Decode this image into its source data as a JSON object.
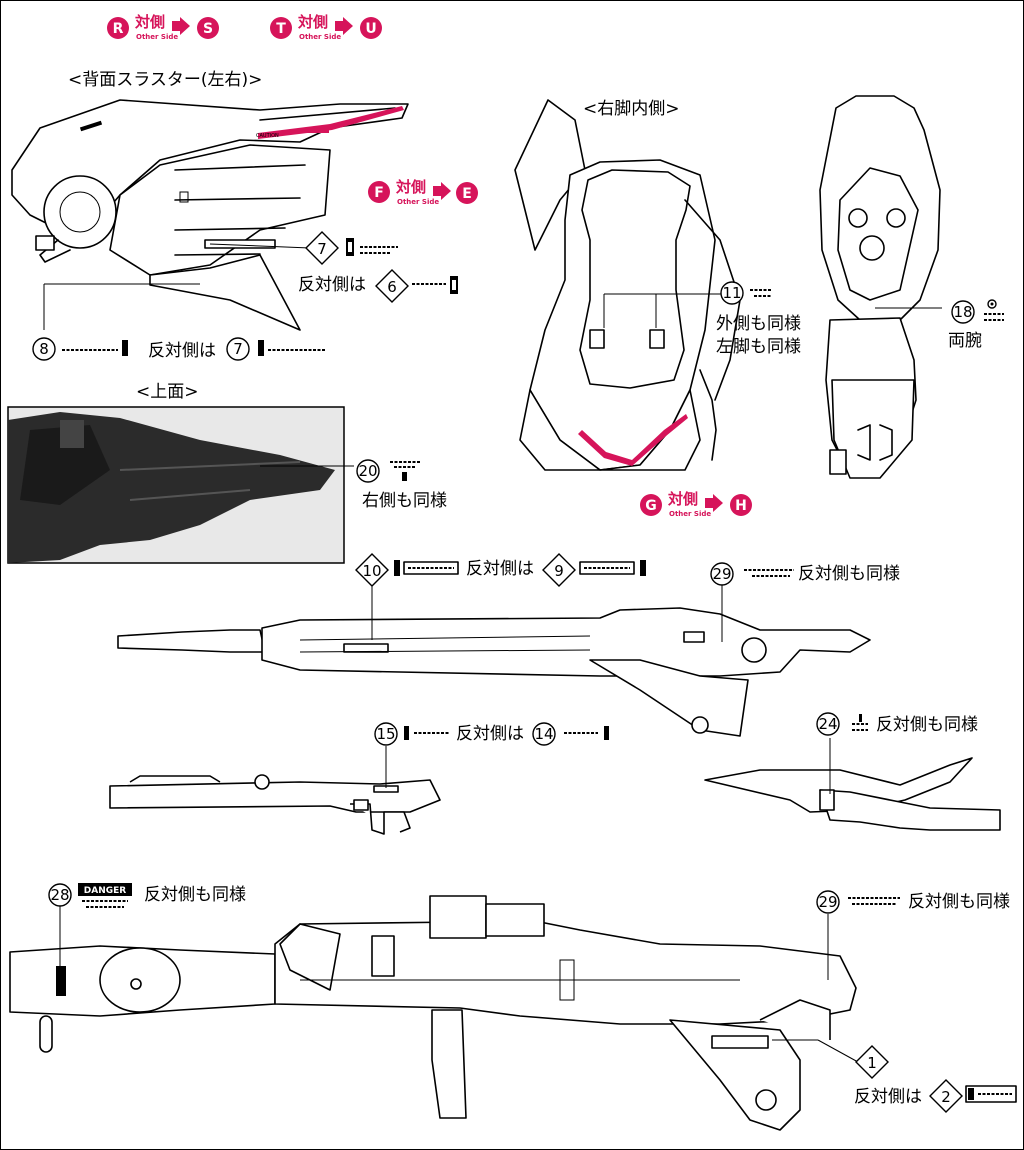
{
  "side_markers": [
    {
      "from": "R",
      "to": "S",
      "label": "対側",
      "sub": "Other Side"
    },
    {
      "from": "T",
      "to": "U",
      "label": "対側",
      "sub": "Other Side"
    },
    {
      "from": "F",
      "to": "E",
      "label": "対側",
      "sub": "Other Side"
    },
    {
      "from": "G",
      "to": "H",
      "label": "対側",
      "sub": "Other Side"
    }
  ],
  "titles": {
    "back_thruster": "<背面スラスター(左右)>",
    "top_view": "<上面>",
    "right_leg_inner": "<右脚内側>"
  },
  "captions": {
    "opposite_is": "反対側は",
    "opposite_same": "反対側も同様",
    "outer_same": "外側も同様",
    "left_leg_same": "左脚も同様",
    "both_arms": "両腕",
    "right_same": "右側も同様",
    "danger": "DANGER",
    "caution": "CAUTION"
  },
  "stickers": {
    "n1": "1",
    "n2": "2",
    "n6": "6",
    "n7": "7",
    "n8": "8",
    "n9": "9",
    "n10": "10",
    "n11": "11",
    "n14": "14",
    "n15": "15",
    "n18": "18",
    "n20": "20",
    "n24": "24",
    "n28": "28",
    "n29": "29"
  },
  "colors": {
    "accent": "#d6145a",
    "line": "#000000",
    "paper": "#ffffff",
    "photo": "#2b2b2b"
  }
}
